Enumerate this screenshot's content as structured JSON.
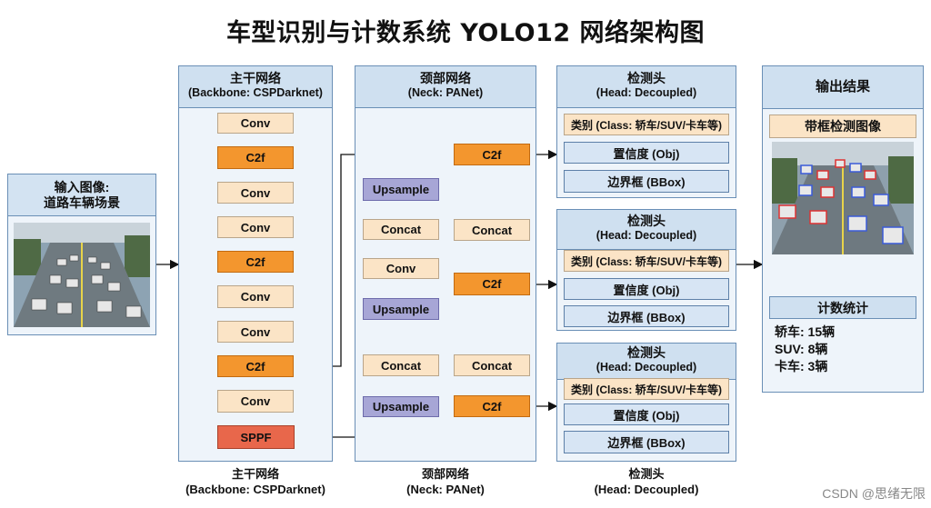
{
  "title": "车型识别与计数系统 YOLO12 网络架构图",
  "input": {
    "label_line1": "输入图像:",
    "label_line2": "道路车辆场景"
  },
  "backbone": {
    "head_line1": "主干网络",
    "head_line2": "(Backbone: CSPDarknet)",
    "blocks": [
      "Conv",
      "C2f",
      "Conv",
      "Conv",
      "C2f",
      "Conv",
      "Conv",
      "C2f",
      "Conv",
      "SPPF"
    ],
    "caption_line1": "主干网络",
    "caption_line2": "(Backbone: CSPDarknet)"
  },
  "neck": {
    "head_line1": "颈部网络",
    "head_line2": "(Neck: PANet)",
    "upsample": "Upsample",
    "concat": "Concat",
    "conv": "Conv",
    "c2f": "C2f",
    "caption_line1": "颈部网络",
    "caption_line2": "(Neck: PANet)"
  },
  "heads": {
    "head_line1": "检测头",
    "head_line2": "(Head: Decoupled)",
    "cls": "类别 (Class: 轿车/SUV/卡车等)",
    "obj": "置信度 (Obj)",
    "bbox": "边界框 (BBox)",
    "caption_line1": "检测头",
    "caption_line2": "(Head: Decoupled)"
  },
  "output": {
    "head": "输出结果",
    "detect_title": "带框检测图像",
    "count_title": "计数统计",
    "counts": [
      "轿车: 15辆",
      "SUV: 8辆",
      "卡车: 3辆"
    ]
  },
  "watermark": "CSDN @思绪无限",
  "colors": {
    "c2f": "#f3962e",
    "conv": "#fbe4c6",
    "sppf": "#e8674b",
    "upsample": "#a7a6d6",
    "panel": "#eef4fa"
  }
}
